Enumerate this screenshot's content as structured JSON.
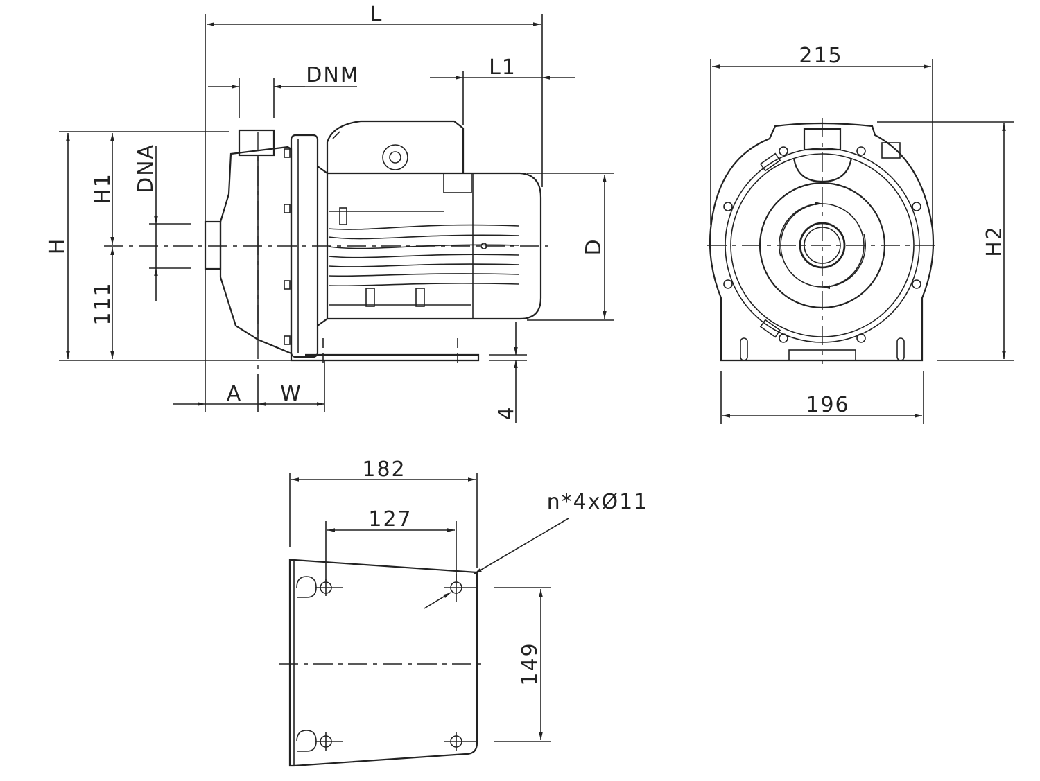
{
  "dimensions": {
    "L": "L",
    "L1": "L1",
    "DNM": "DNM",
    "DNA": "DNA",
    "H": "H",
    "H1": "H1",
    "H2": "H2",
    "D": "D",
    "A": "A",
    "W": "W",
    "d111": "111",
    "d4": "4",
    "d215": "215",
    "d196": "196",
    "d182": "182",
    "d127": "127",
    "d149": "149",
    "holes": "n*4xØ11"
  },
  "colors": {
    "line": "#222222",
    "background": "#ffffff"
  }
}
